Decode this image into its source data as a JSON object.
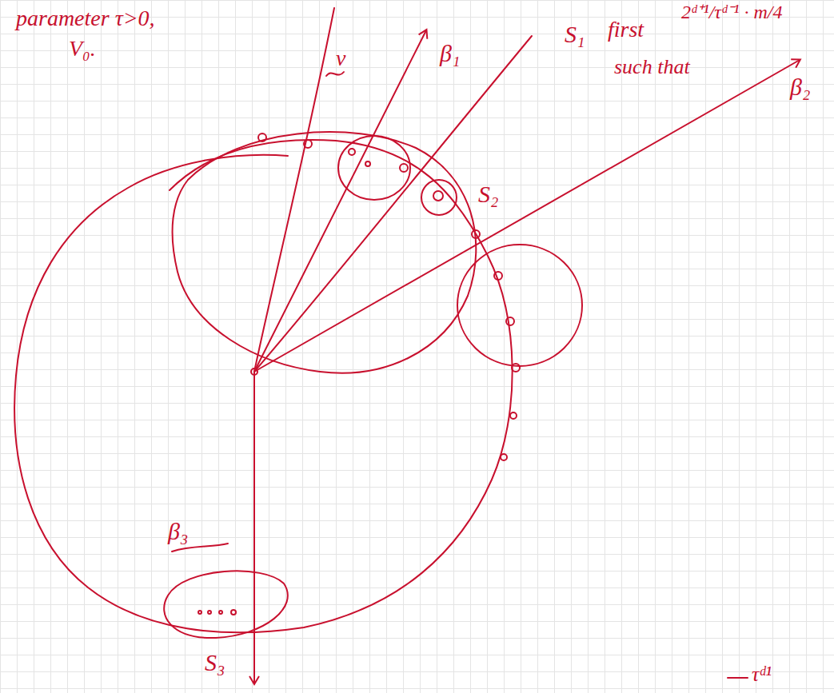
{
  "diagram": {
    "labels": [
      "parameter τ>0,",
      "V₀.",
      "S₁",
      "first",
      "2ᵈ⁺¹/τᵈ⁻¹ · m/4",
      "such that",
      "v",
      "β₁",
      "β₂",
      "β₃",
      "S₂",
      "S₃",
      "τᵈ¹"
    ]
  }
}
